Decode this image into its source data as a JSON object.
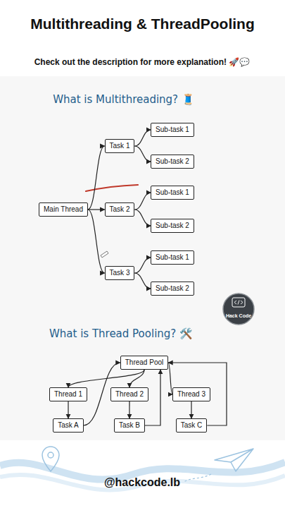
{
  "diagram": {
    "title": "Multithreading & ThreadPooling",
    "nodes": [
      {
        "text": [
          "Main Thread"
        ]
      },
      {
        "text": [
          "Task 1"
        ]
      },
      {
        "text": [
          "Task 2"
        ]
      },
      {
        "text": [
          "Task 3"
        ]
      },
      {
        "text": [
          "Sub-task 1"
        ]
      },
      {
        "text": [
          "Sub-task 2"
        ]
      },
      {
        "text": [
          "Sub-task 1"
        ]
      },
      {
        "text": [
          "Sub-task 2"
        ]
      },
      {
        "text": [
          "Sub-task 1"
        ]
      },
      {
        "text": [
          "Sub-task 2"
        ]
      },
      {
        "text": [
          "Thread Pool"
        ]
      },
      {
        "text": [
          "Thread 1"
        ]
      },
      {
        "text": [
          "Thread 2"
        ]
      },
      {
        "text": [
          "Thread 3"
        ]
      },
      {
        "text": [
          "Task A"
        ]
      },
      {
        "text": [
          "Task B"
        ]
      },
      {
        "text": [
          "Task C"
        ]
      }
    ],
    "edges": [
      {
        "from": 0,
        "to": 1,
        "arrow": "to"
      },
      {
        "from": 0,
        "to": 2,
        "arrow": "to"
      },
      {
        "from": 0,
        "to": 3,
        "arrow": "to"
      },
      {
        "from": 1,
        "to": 4,
        "arrow": "to"
      },
      {
        "from": 1,
        "to": 5,
        "arrow": "to"
      },
      {
        "from": 2,
        "to": 6,
        "arrow": "to"
      },
      {
        "from": 2,
        "to": 7,
        "arrow": "to"
      },
      {
        "from": 3,
        "to": 8,
        "arrow": "to"
      },
      {
        "from": 3,
        "to": 9,
        "arrow": "to"
      },
      {
        "from": 10,
        "to": 11,
        "arrow": "to"
      },
      {
        "from": 10,
        "to": 12,
        "arrow": "to"
      },
      {
        "from": 10,
        "to": 13,
        "arrow": "to"
      },
      {
        "from": 11,
        "to": 14,
        "arrow": "to"
      },
      {
        "from": 12,
        "to": 15,
        "arrow": "to"
      },
      {
        "from": 13,
        "to": 16,
        "arrow": "to"
      },
      {
        "from": 14,
        "to": 10,
        "arrow": "to"
      },
      {
        "from": 15,
        "to": 10,
        "arrow": "to"
      },
      {
        "from": 16,
        "to": 10,
        "arrow": "to"
      }
    ],
    "labels": [
      "Check out the description for more explanation! 🚀💬",
      "What is Multithreading? 🧵",
      "What is Thread Pooling? 🛠️",
      "Hack Code",
      "@hackcode.lb"
    ]
  }
}
